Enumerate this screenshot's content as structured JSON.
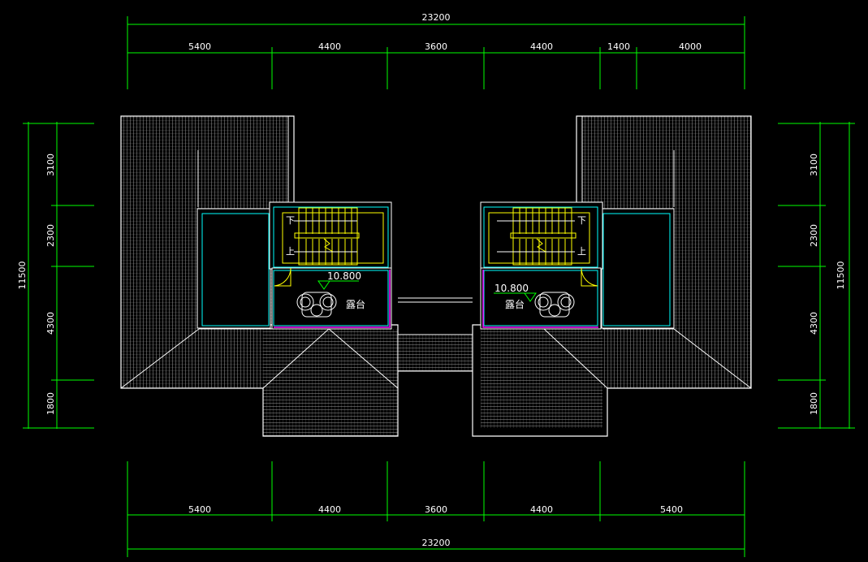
{
  "dimensions": {
    "top_total": "23200",
    "top_segments": [
      "5400",
      "4400",
      "3600",
      "4400",
      "1400",
      "4000"
    ],
    "bottom_total": "23200",
    "bottom_segments": [
      "5400",
      "4400",
      "3600",
      "4400",
      "5400"
    ],
    "left_total": "11500",
    "left_segments": [
      "3100",
      "2300",
      "4300",
      "1800"
    ],
    "right_total": "11500",
    "right_segments": [
      "3100",
      "2300",
      "4300",
      "1800"
    ]
  },
  "labels": {
    "left_elevation": "10.800",
    "right_elevation": "10.800",
    "left_terrace": "露台",
    "right_terrace": "露台",
    "stair_down_left": "下",
    "stair_up_left": "上",
    "stair_down_right": "下",
    "stair_up_right": "上"
  },
  "colors": {
    "dimension": "#00ff00",
    "wall": "#ffffff",
    "hatch": "#d8d8d8",
    "cyan": "#00ffff",
    "stair": "#ffff00",
    "magenta": "#ff00ff",
    "text": "#ffffff"
  }
}
